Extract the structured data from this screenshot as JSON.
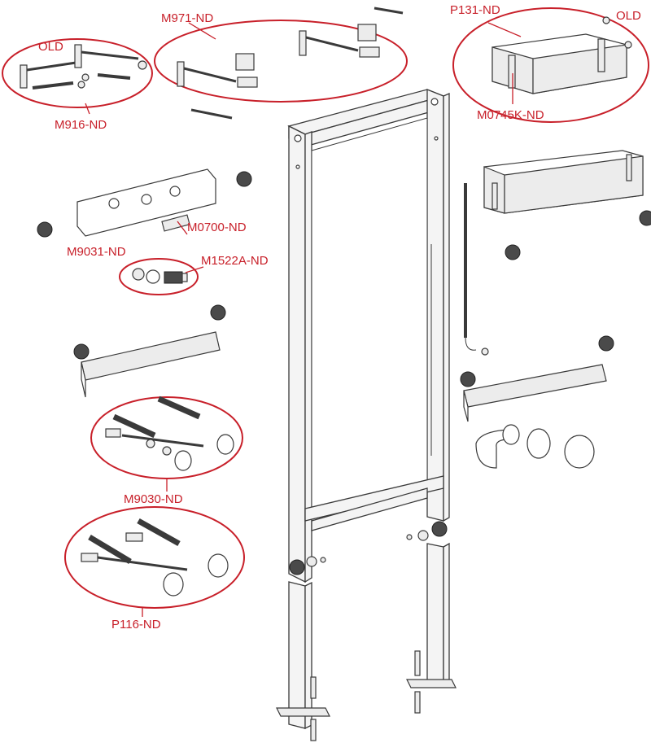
{
  "labels": {
    "m971": "M971-ND",
    "old_left": "OLD",
    "m916": "M916-ND",
    "p131": "P131-ND",
    "old_right": "OLD",
    "m0745k": "M0745K-ND",
    "m0700": "M0700-ND",
    "m9031": "M9031-ND",
    "m1522a": "M1522A-ND",
    "m9030": "M9030-ND",
    "p116": "P116-ND"
  },
  "colors": {
    "highlight": "#c8202a",
    "line": "#3a3a3a",
    "part_fill": "#ececec"
  }
}
